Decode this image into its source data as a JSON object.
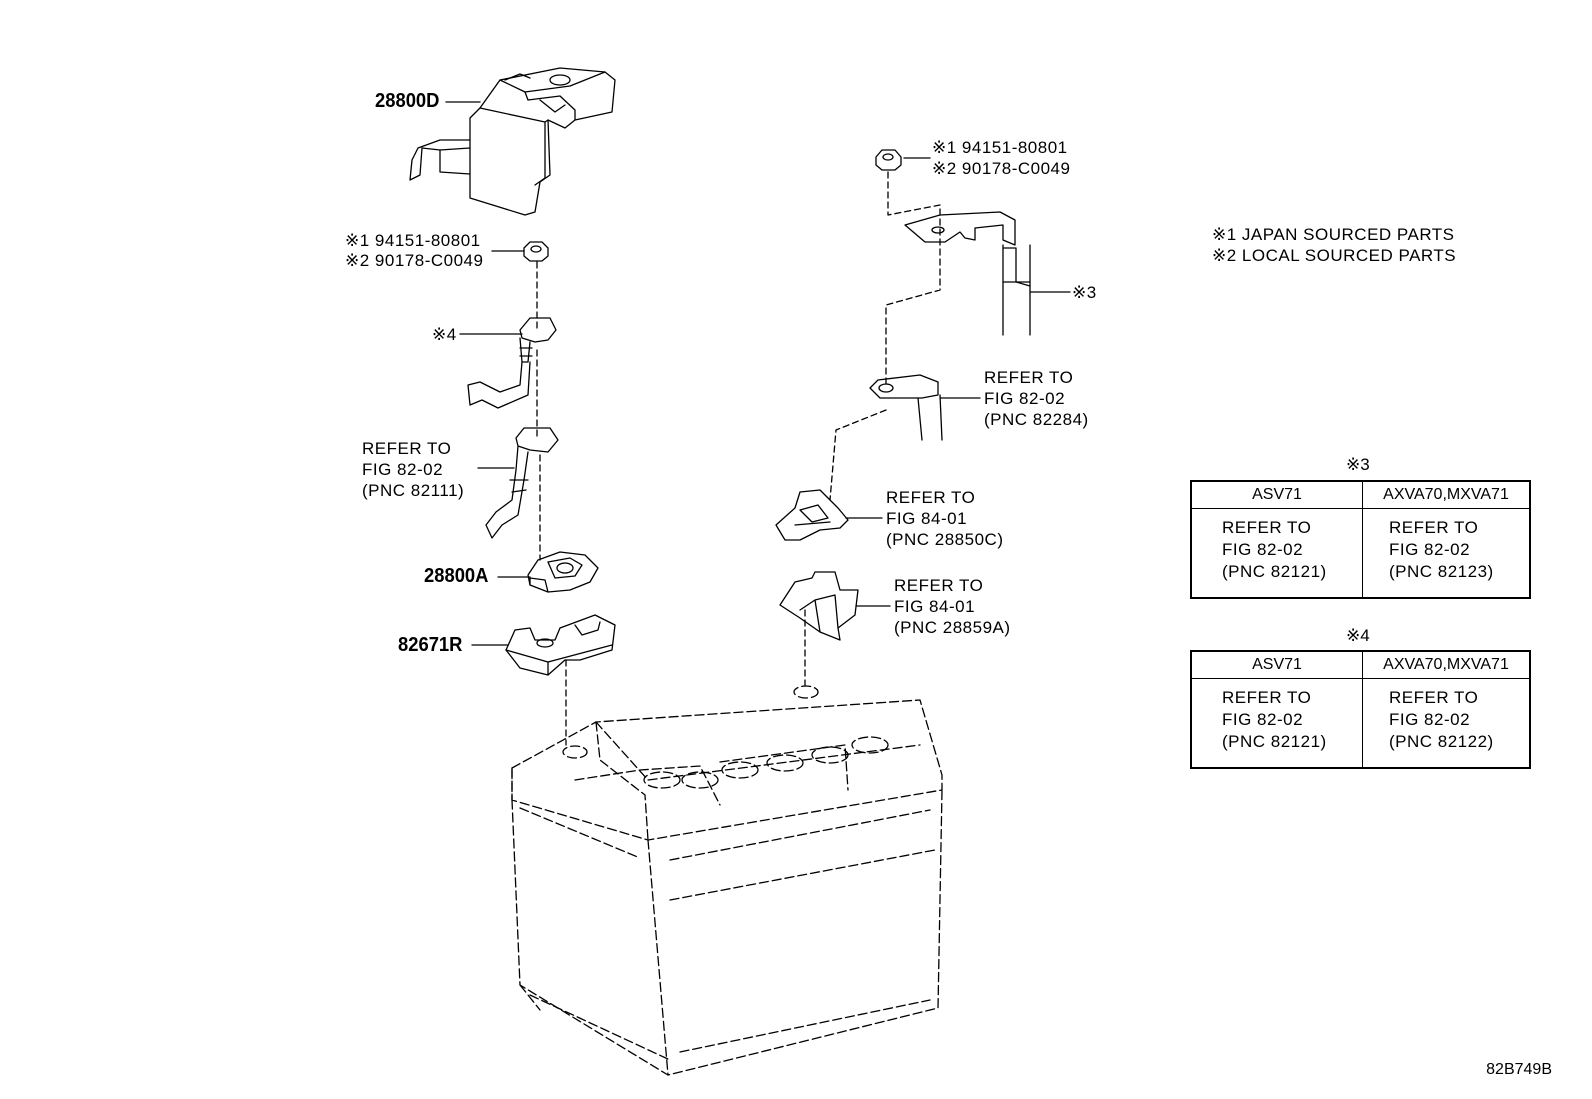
{
  "parts": {
    "cover": "28800D",
    "clamp": "28800A",
    "holder": "82671R"
  },
  "nut_left": {
    "line1": "※1 94151-80801",
    "line2": "※2 90178-C0049"
  },
  "nut_right": {
    "line1": "※1 94151-80801",
    "line2": "※2 90178-C0049"
  },
  "marks": {
    "mark3": "※3",
    "mark4": "※4"
  },
  "refs": {
    "ref_82111": "REFER TO\nFIG 82-02\n(PNC 82111)",
    "ref_82284": "REFER TO\nFIG 82-02\n(PNC 82284)",
    "ref_28850C": "REFER TO\nFIG 84-01\n(PNC 28850C)",
    "ref_28859A": "REFER TO\nFIG 84-01\n(PNC 28859A)"
  },
  "legend": {
    "line1": "※1 JAPAN SOURCED PARTS",
    "line2": "※2 LOCAL SOURCED PARTS"
  },
  "table3": {
    "title": "※3",
    "col1": "ASV71",
    "col2": "AXVA70,MXVA71",
    "cell1": "REFER TO\nFIG 82-02\n(PNC 82121)",
    "cell2": "REFER TO\nFIG 82-02\n(PNC 82123)"
  },
  "table4": {
    "title": "※4",
    "col1": "ASV71",
    "col2": "AXVA70,MXVA71",
    "cell1": "REFER TO\nFIG 82-02\n(PNC 82121)",
    "cell2": "REFER TO\nFIG 82-02\n(PNC 82122)"
  },
  "figure_code": "82B749B"
}
